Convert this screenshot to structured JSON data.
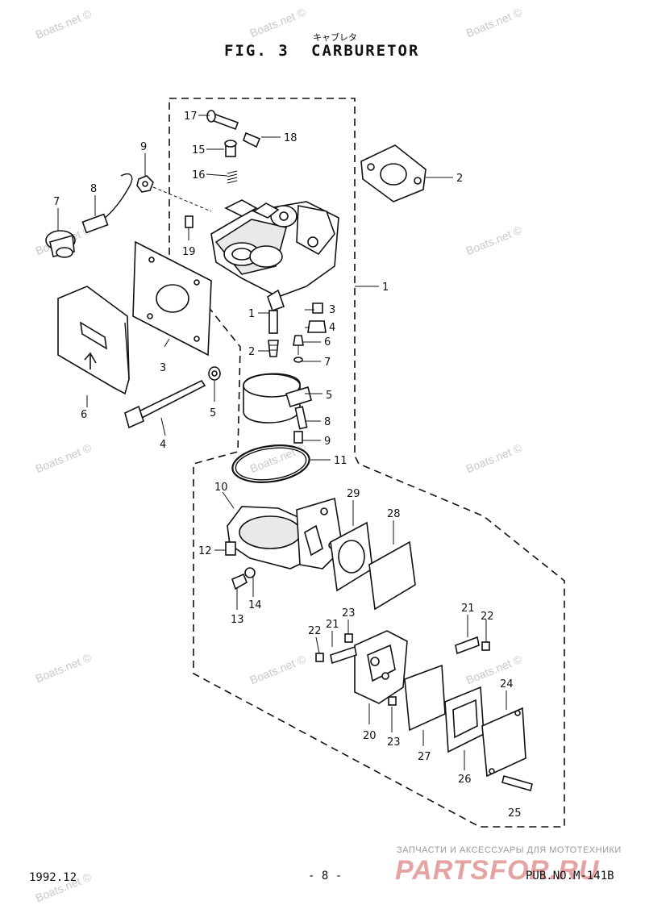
{
  "header": {
    "fig_label": "FIG. 3",
    "title": "CARBURETOR",
    "title_kana": "キャブレタ"
  },
  "parts": {
    "p17a": "17",
    "p18a": "18",
    "p15": "15",
    "p16": "16",
    "p9a": "9",
    "p8a": "8",
    "p7a": "7",
    "p19": "19",
    "p2": "2",
    "p1": "1",
    "p3a": "3",
    "p4a": "4",
    "p3b": "3",
    "p6a": "6",
    "p1b": "1",
    "p2b": "2",
    "p6b": "6",
    "p7b": "7",
    "p5a": "5",
    "p5b": "5",
    "p8b": "8",
    "p9b": "9",
    "p4b": "4",
    "p11": "11",
    "p10": "10",
    "p29": "29",
    "p28": "28",
    "p12": "12",
    "p14": "14",
    "p13": "13",
    "p23a": "23",
    "p21a": "21",
    "p22a": "22",
    "p21b": "21",
    "p22b": "22",
    "p20": "20",
    "p23b": "23",
    "p27": "27",
    "p26": "26",
    "p24": "24",
    "p25": "25"
  },
  "footer": {
    "date": "1992.12",
    "page": "- 8 -",
    "pub": "PUB.NO.M-141B"
  },
  "watermarks": {
    "text": "Boats.net ©",
    "brand_caption": "ЗАПЧАСТИ И АКСЕССУАРЫ ДЛЯ МОТОТЕХНИКИ",
    "brand_name": "PARTSFOR.RU"
  }
}
